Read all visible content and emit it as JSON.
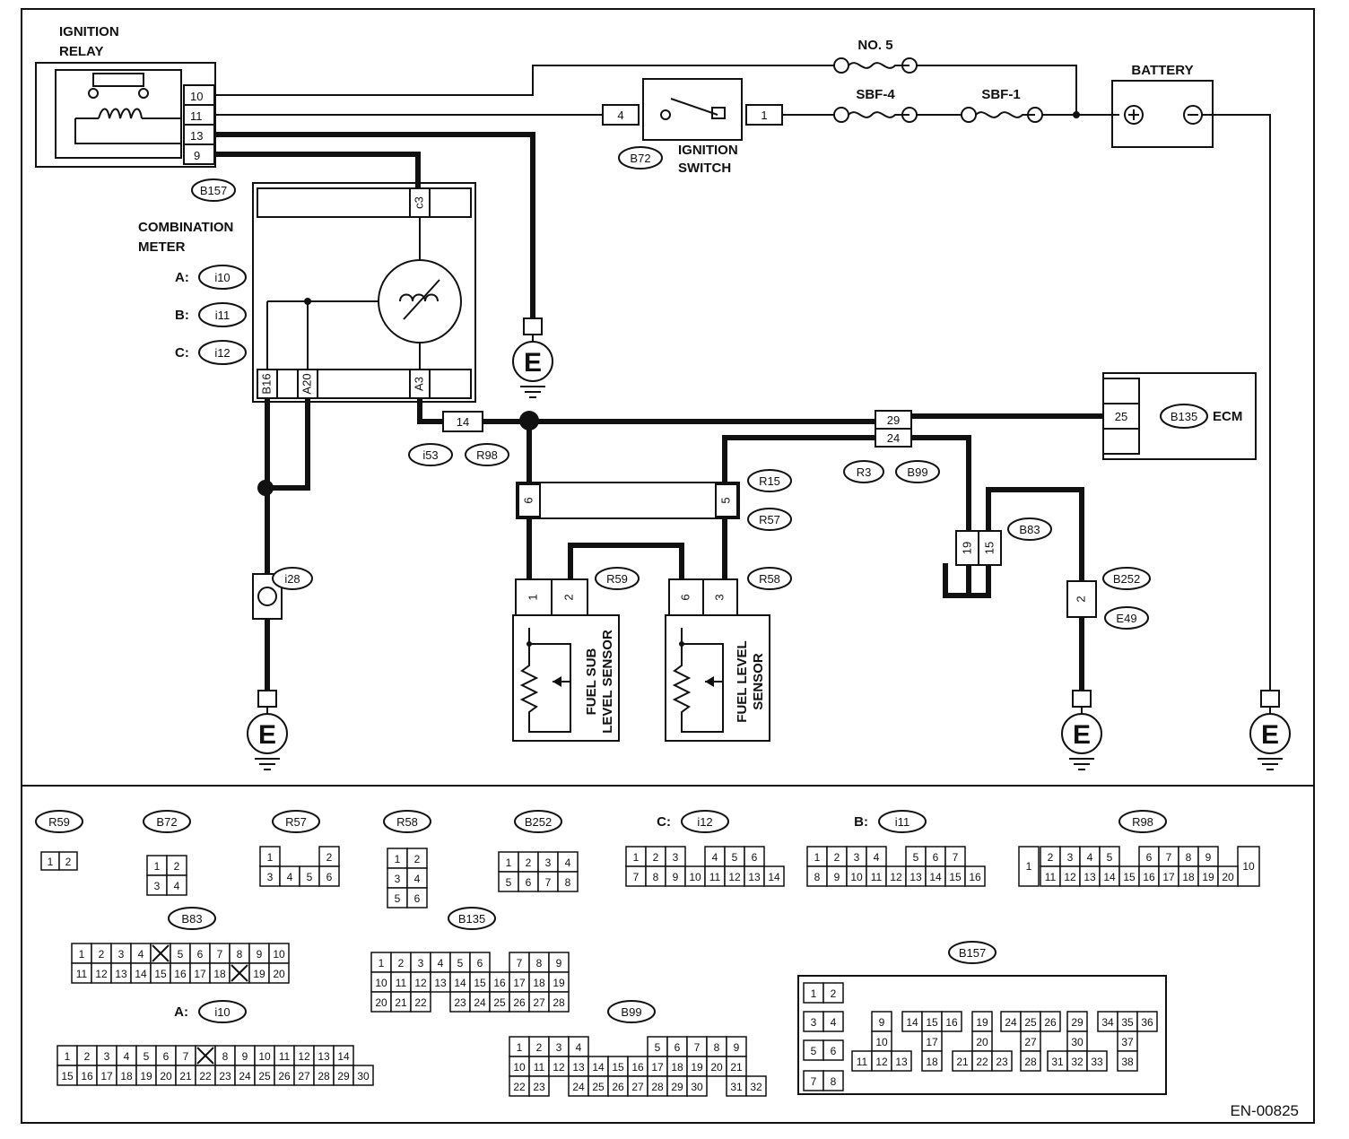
{
  "components": {
    "ignition_relay": "IGNITION RELAY",
    "relay_l1": "IGNITION",
    "relay_l2": "RELAY",
    "battery": "BATTERY",
    "no5": "NO. 5",
    "sbf4": "SBF-4",
    "sbf1": "SBF-1",
    "ign_sw_l1": "IGNITION",
    "ign_sw_l2": "SWITCH",
    "combo_l1": "COMBINATION",
    "combo_l2": "METER",
    "ecm": "ECM",
    "fuel_sub_l1": "FUEL SUB",
    "fuel_sub_l2": "LEVEL SENSOR",
    "fuel_lvl_l1": "FUEL LEVEL",
    "fuel_lvl_l2": "SENSOR",
    "ground": "E",
    "doc_id": "EN-00825"
  },
  "connectors": {
    "b157": "B157",
    "b72": "B72",
    "i10": "i10",
    "i11": "i11",
    "i12": "i12",
    "i53": "i53",
    "r98": "R98",
    "r3": "R3",
    "b99": "B99",
    "b135": "B135",
    "r15": "R15",
    "r57": "R57",
    "r59": "R59",
    "r58": "R58",
    "b83": "B83",
    "b252": "B252",
    "e49": "E49",
    "i28": "i28",
    "a_prefix": "A:",
    "b_prefix": "B:",
    "c_prefix": "C:"
  },
  "pins": {
    "relay": [
      "10",
      "11",
      "13",
      "9"
    ],
    "sw_in": "4",
    "sw_out": "1",
    "c3": "c3",
    "b16": "B16",
    "a20": "A20",
    "a3": "A3",
    "p14": "14",
    "p29": "29",
    "p24": "24",
    "p25": "25",
    "r15_6": "6",
    "r15_5": "5",
    "r59_1": "1",
    "r59_2": "2",
    "r58_6": "6",
    "r58_3": "3",
    "b83_19": "19",
    "b83_15": "15",
    "b252_2": "2"
  },
  "faces": {
    "r59": [
      [
        "1",
        "2"
      ]
    ],
    "b72": [
      [
        "1",
        "2"
      ],
      [
        "3",
        "4"
      ]
    ],
    "r57": [
      [
        "1",
        "",
        "",
        "2"
      ],
      [
        "3",
        "4",
        "5",
        "6"
      ]
    ],
    "r58": [
      [
        "1",
        "2"
      ],
      [
        "3",
        "4"
      ],
      [
        "5",
        "6"
      ]
    ],
    "b252": [
      [
        "1",
        "2",
        "3",
        "4"
      ],
      [
        "5",
        "6",
        "7",
        "8"
      ]
    ],
    "i12": [
      [
        "1",
        "2",
        "3",
        "",
        "4",
        "5",
        "6"
      ],
      [
        "7",
        "8",
        "9",
        "10",
        "11",
        "12",
        "13",
        "14"
      ]
    ],
    "i11": [
      [
        "1",
        "2",
        "3",
        "4",
        "",
        "5",
        "6",
        "7"
      ],
      [
        "8",
        "9",
        "10",
        "11",
        "12",
        "13",
        "14",
        "15",
        "16"
      ]
    ],
    "r98_single": "1",
    "r98_tail": "10",
    "r98": [
      [
        "2",
        "3",
        "4",
        "5",
        "",
        "6",
        "7",
        "8",
        "9"
      ],
      [
        "11",
        "12",
        "13",
        "14",
        "15",
        "16",
        "17",
        "18",
        "19",
        "20"
      ]
    ],
    "b83": [
      [
        "1",
        "2",
        "3",
        "4",
        "X",
        "5",
        "6",
        "7",
        "8",
        "9",
        "10"
      ],
      [
        "11",
        "12",
        "13",
        "14",
        "15",
        "16",
        "17",
        "18",
        "X",
        "19",
        "20"
      ]
    ],
    "b135": [
      [
        "1",
        "2",
        "3",
        "4",
        "5",
        "6",
        "",
        "7",
        "8",
        "9"
      ],
      [
        "10",
        "11",
        "12",
        "13",
        "14",
        "15",
        "16",
        "17",
        "18",
        "19"
      ],
      [
        "20",
        "21",
        "22",
        "",
        "23",
        "24",
        "25",
        "26",
        "27",
        "28"
      ]
    ],
    "i10": [
      [
        "1",
        "2",
        "3",
        "4",
        "5",
        "6",
        "7",
        "X",
        "8",
        "9",
        "10",
        "11",
        "12",
        "13",
        "14"
      ],
      [
        "15",
        "16",
        "17",
        "18",
        "19",
        "20",
        "21",
        "22",
        "23",
        "24",
        "25",
        "26",
        "27",
        "28",
        "29",
        "30"
      ]
    ],
    "b99": [
      [
        "1",
        "2",
        "3",
        "4",
        "",
        "",
        "",
        "5",
        "6",
        "7",
        "8",
        "9"
      ],
      [
        "10",
        "11",
        "12",
        "13",
        "14",
        "15",
        "16",
        "17",
        "18",
        "19",
        "20",
        "21"
      ],
      [
        "22",
        "23",
        "",
        "24",
        "25",
        "26",
        "27",
        "28",
        "29",
        "30",
        "",
        "31",
        "32"
      ]
    ],
    "b157": {
      "left": [
        "1",
        "2",
        "3",
        "4",
        "5",
        "6",
        "7",
        "8"
      ],
      "groups": [
        [
          "9",
          "10",
          "11",
          "12",
          "13"
        ],
        [
          "14",
          "15",
          "16",
          "17",
          "18"
        ],
        [
          "19",
          "20",
          "21",
          "22",
          "23"
        ],
        [
          "24",
          "25",
          "26",
          "27",
          "28"
        ],
        [
          "29",
          "30",
          "31",
          "32",
          "33"
        ],
        [
          "34",
          "35",
          "36",
          "37",
          "38"
        ]
      ]
    }
  }
}
